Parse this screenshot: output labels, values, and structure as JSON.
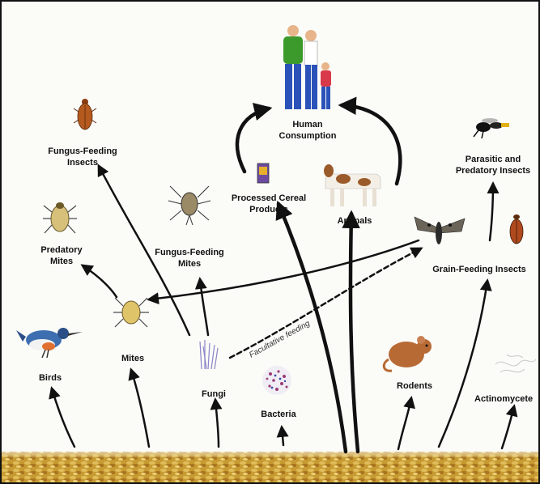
{
  "diagram": {
    "labels": {
      "human": [
        "Human",
        "Consumption"
      ],
      "processed": [
        "Processed Cereal",
        "Products"
      ],
      "animals": "Animals",
      "fungus_insects": [
        "Fungus-Feeding",
        "Insects"
      ],
      "predatory_mites": [
        "Predatory",
        "Mites"
      ],
      "fungus_mites": [
        "Fungus-Feeding",
        "Mites"
      ],
      "parasitic": [
        "Parasitic and",
        "Predatory Insects"
      ],
      "grain_insects": "Grain-Feeding Insects",
      "mites": "Mites",
      "birds": "Birds",
      "fungi": "Fungi",
      "bacteria": "Bacteria",
      "rodents": "Rodents",
      "actinomycetes": "Actinomycete",
      "facultative": "Facultative feeding"
    },
    "colors": {
      "arrow": "#111111",
      "grain_light": "#d9b24a",
      "grain_dark": "#8a5a14",
      "human_shirt": "#3c9a2c",
      "human_pants": "#2a52b8",
      "cow_patch": "#9b5a2a",
      "beetle": "#b55a1e"
    },
    "icons": [
      "family-icon",
      "cereal-box-icon",
      "cow-icon",
      "beetle-icon",
      "mite-icon",
      "wasp-icon",
      "moth-icon",
      "bird-icon",
      "fungi-icon",
      "bacteria-icon",
      "rodent-icon",
      "actinomycete-icon",
      "grain-bed-icon"
    ]
  }
}
